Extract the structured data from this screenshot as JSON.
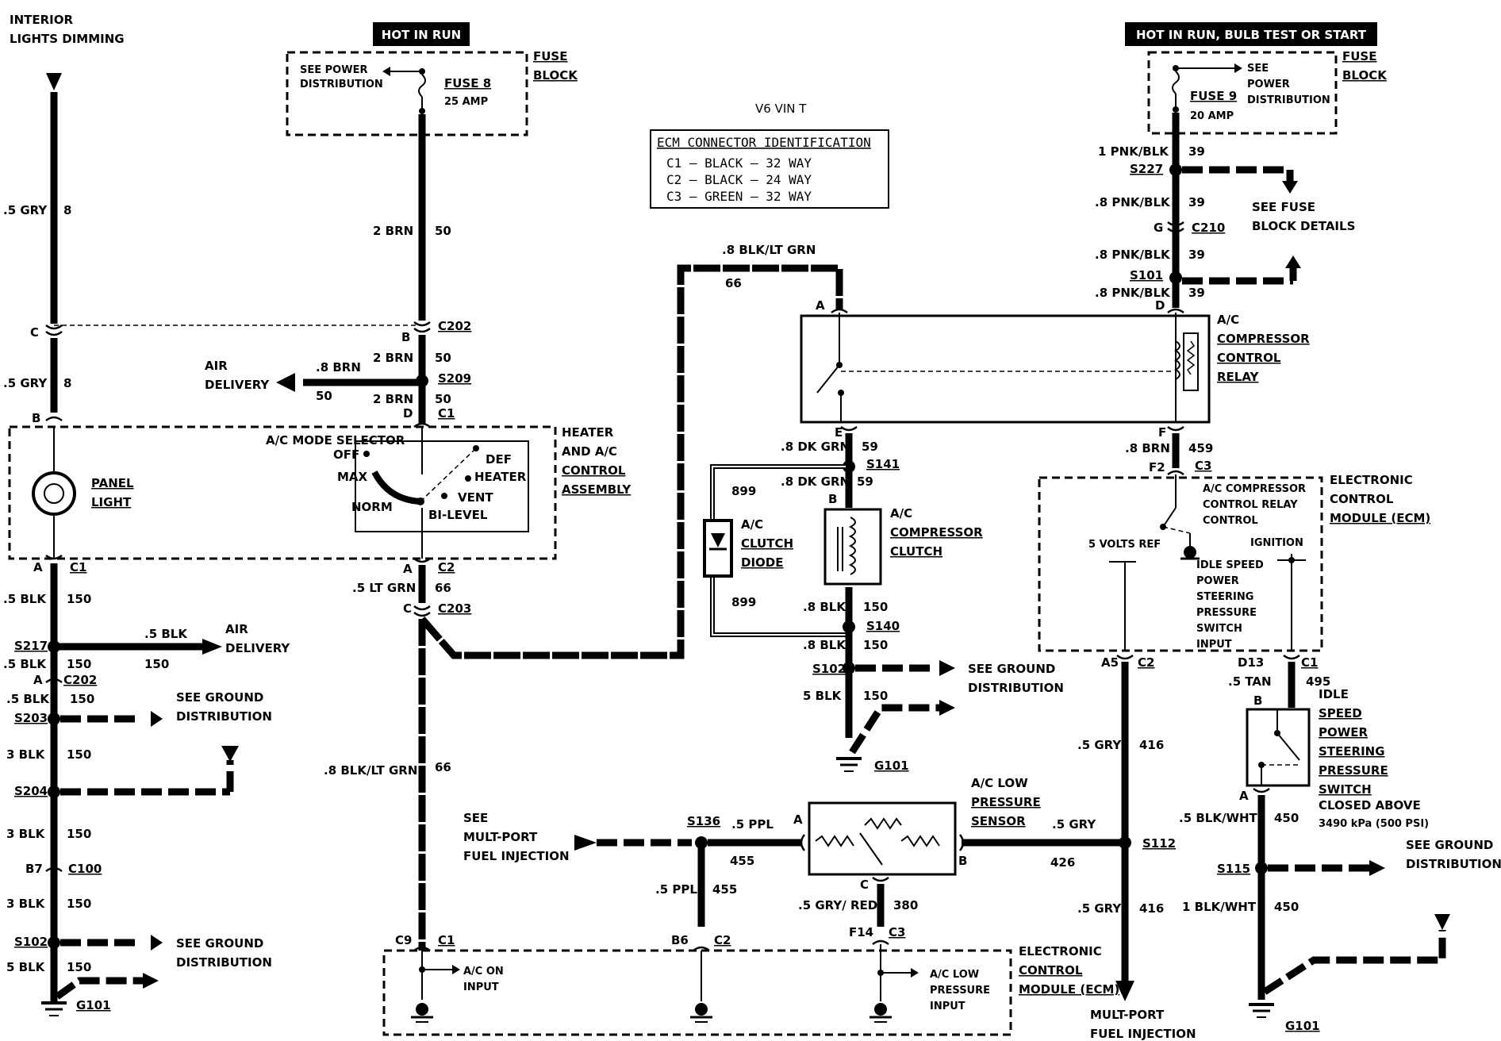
{
  "header": {
    "title_line1": "INTERIOR",
    "title_line2": "LIGHTS DIMMING",
    "hot_run": "HOT IN RUN",
    "hot_run_bulb": "HOT IN RUN, BULB TEST OR START",
    "engine": "V6 VIN T"
  },
  "ecm_table": {
    "title": "ECM CONNECTOR IDENTIFICATION",
    "rows": [
      "C1  –  BLACK   –  32 WAY",
      "C2  –  BLACK   –  24 WAY",
      "C3  –  GREEN   –  32 WAY"
    ]
  },
  "fuse_block_left": {
    "label1": "FUSE",
    "label2": "BLOCK",
    "see1": "SEE POWER",
    "see2": "DISTRIBUTION",
    "fuse": "FUSE 8",
    "amp": "25 AMP"
  },
  "fuse_block_right": {
    "label1": "FUSE",
    "label2": "BLOCK",
    "see1": "SEE",
    "see2": "POWER",
    "see3": "DISTRIBUTION",
    "fuse": "FUSE 9",
    "amp": "20 AMP"
  },
  "components": {
    "panel_light1": "PANEL",
    "panel_light2": "LIGHT",
    "heater1": "HEATER",
    "heater2": "AND A/C",
    "heater3": "CONTROL",
    "heater4": "ASSEMBLY",
    "mode_selector": "A/C MODE SELECTOR",
    "off": "OFF",
    "max": "MAX",
    "norm": "NORM",
    "bilevel": "BI-LEVEL",
    "vent": "VENT",
    "heater": "HEATER",
    "def": "DEF",
    "relay1": "A/C",
    "relay2": "COMPRESSOR",
    "relay3": "CONTROL",
    "relay4": "RELAY",
    "clutch1": "A/C",
    "clutch2": "COMPRESSOR",
    "clutch3": "CLUTCH",
    "diode1": "A/C",
    "diode2": "CLUTCH",
    "diode3": "DIODE",
    "ecm_r1": "ELECTRONIC",
    "ecm_r2": "CONTROL",
    "ecm_r3": "MODULE (ECM)",
    "ecm_relay1": "A/C COMPRESSOR",
    "ecm_relay2": "CONTROL RELAY",
    "ecm_relay3": "CONTROL",
    "five_volts": "5 VOLTS REF",
    "ignition": "IGNITION",
    "idle_in1": "IDLE SPEED",
    "idle_in2": "POWER",
    "idle_in3": "STEERING",
    "idle_in4": "PRESSURE",
    "idle_in5": "SWITCH",
    "idle_in6": "INPUT",
    "sw1": "IDLE",
    "sw2": "SPEED",
    "sw3": "POWER",
    "sw4": "STEERING",
    "sw5": "PRESSURE",
    "sw6": "SWITCH",
    "sw7": "CLOSED ABOVE",
    "sw8": "3490 kPa (500 PSI)",
    "lps1": "A/C LOW",
    "lps2": "PRESSURE",
    "lps3": "SENSOR",
    "ecm_b1": "ELECTRONIC",
    "ecm_b2": "CONTROL",
    "ecm_b3": "MODULE (ECM)",
    "ac_on1": "A/C ON",
    "ac_on2": "INPUT",
    "ac_low1": "A/C LOW",
    "ac_low2": "PRESSURE",
    "ac_low3": "INPUT",
    "see_mpfi1": "SEE",
    "see_mpfi2": "MULT-PORT",
    "see_mpfi3": "FUEL INJECTION",
    "mpfi1": "MULT-PORT",
    "mpfi2": "FUEL INJECTION",
    "air1": "AIR",
    "air2": "DELIVERY",
    "air3": "AIR",
    "air4": "DELIVERY",
    "sgd1": "SEE GROUND",
    "sgd2": "DISTRIBUTION",
    "sfb1": "SEE FUSE",
    "sfb2": "BLOCK DETAILS"
  },
  "wires": {
    "w5gry": ".5 GRY",
    "w8": "8",
    "w2brn": "2 BRN",
    "w50": "50",
    "w8brn": ".8 BRN",
    "w5blk": ".5 BLK",
    "w150": "150",
    "w3blk": "3 BLK",
    "w5blk2": "5 BLK",
    "w5ltgrn": ".5 LT GRN",
    "w66": "66",
    "w8blkltgrn": ".8 BLK/LT GRN",
    "w8dkgrn": ".8 DK GRN",
    "w59": "59",
    "w899": "899",
    "w8blk": ".8 BLK",
    "w1pnkblk": "1 PNK/BLK",
    "w8pnkblk": ".8 PNK/BLK",
    "w39": "39",
    "w8brn459": ".8 BRN",
    "w459": "459",
    "w5gry416": ".5 GRY",
    "w416": "416",
    "w5tan": ".5 TAN",
    "w495": "495",
    "w5blkwht": ".5 BLK/WHT",
    "w450": "450",
    "w1blkwht": "1 BLK/WHT",
    "w5ppl": ".5 PPL",
    "w455": "455",
    "w5gry426": ".5 GRY",
    "w426": "426",
    "w5gryred": ".5 GRY/ RED",
    "w380": "380"
  },
  "ids": {
    "C": "C",
    "B": "B",
    "A": "A",
    "D": "D",
    "E": "E",
    "F": "F",
    "G": "G",
    "C1": "C1",
    "C2": "C2",
    "C3": "C3",
    "C202": "C202",
    "C203": "C203",
    "C210": "C210",
    "C100": "C100",
    "S209": "S209",
    "S217": "S217",
    "S203": "S203",
    "S204": "S204",
    "S102": "S102",
    "S141": "S141",
    "S140": "S140",
    "S227": "S227",
    "S101": "S101",
    "S112": "S112",
    "S115": "S115",
    "S136": "S136",
    "G101": "G101",
    "B7": "B7",
    "F2": "F2",
    "A5": "A5",
    "D13": "D13",
    "C9": "C9",
    "B6": "B6",
    "F14": "F14"
  }
}
